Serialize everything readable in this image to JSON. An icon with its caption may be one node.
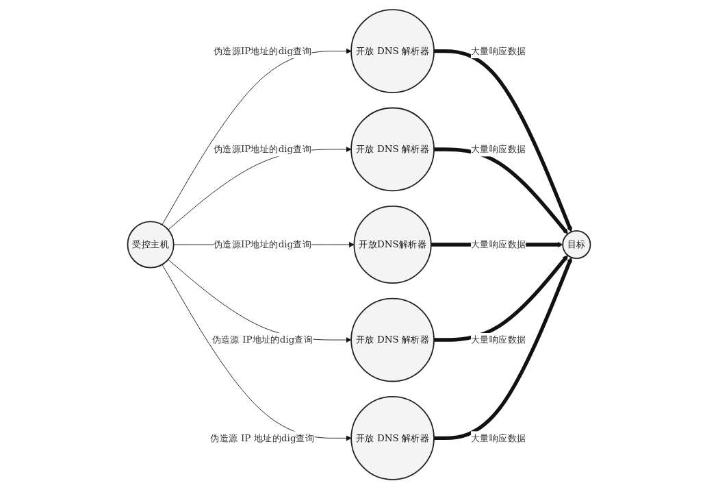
{
  "diagram": {
    "nodes": [
      {
        "text": [
          "受控主机"
        ]
      },
      {
        "text": [
          "开放 DNS 解析器"
        ]
      },
      {
        "text": [
          "开放 DNS 解析器"
        ]
      },
      {
        "text": [
          "开放DNS解析器"
        ]
      },
      {
        "text": [
          "开放 DNS 解析器"
        ]
      },
      {
        "text": [
          "开放 DNS 解析器"
        ]
      },
      {
        "text": [
          "目标"
        ]
      }
    ],
    "edges": [
      {
        "from": 0,
        "to": 1,
        "arrow": "to",
        "label": "伪造源IP地址的dig查询"
      },
      {
        "from": 0,
        "to": 2,
        "arrow": "to",
        "label": "伪造源IP地址的dig查询"
      },
      {
        "from": 0,
        "to": 3,
        "arrow": "to",
        "label": "伪造源IP地址的dig查询"
      },
      {
        "from": 0,
        "to": 4,
        "arrow": "to",
        "label": "伪造源 IP地址的dig查询"
      },
      {
        "from": 0,
        "to": 5,
        "arrow": "to",
        "label": "伪造源 IP 地址的dig查询"
      },
      {
        "from": 1,
        "to": 6,
        "arrow": "to",
        "label": "大量响应数据",
        "style": "thick"
      },
      {
        "from": 2,
        "to": 6,
        "arrow": "to",
        "label": "大量响应数据",
        "style": "thick"
      },
      {
        "from": 3,
        "to": 6,
        "arrow": "to",
        "label": "大量响应数据",
        "style": "thick"
      },
      {
        "from": 4,
        "to": 6,
        "arrow": "to",
        "label": "大量响应数据",
        "style": "thick"
      },
      {
        "from": 5,
        "to": 6,
        "arrow": "to",
        "label": "大量响应数据",
        "style": "thick"
      }
    ]
  }
}
